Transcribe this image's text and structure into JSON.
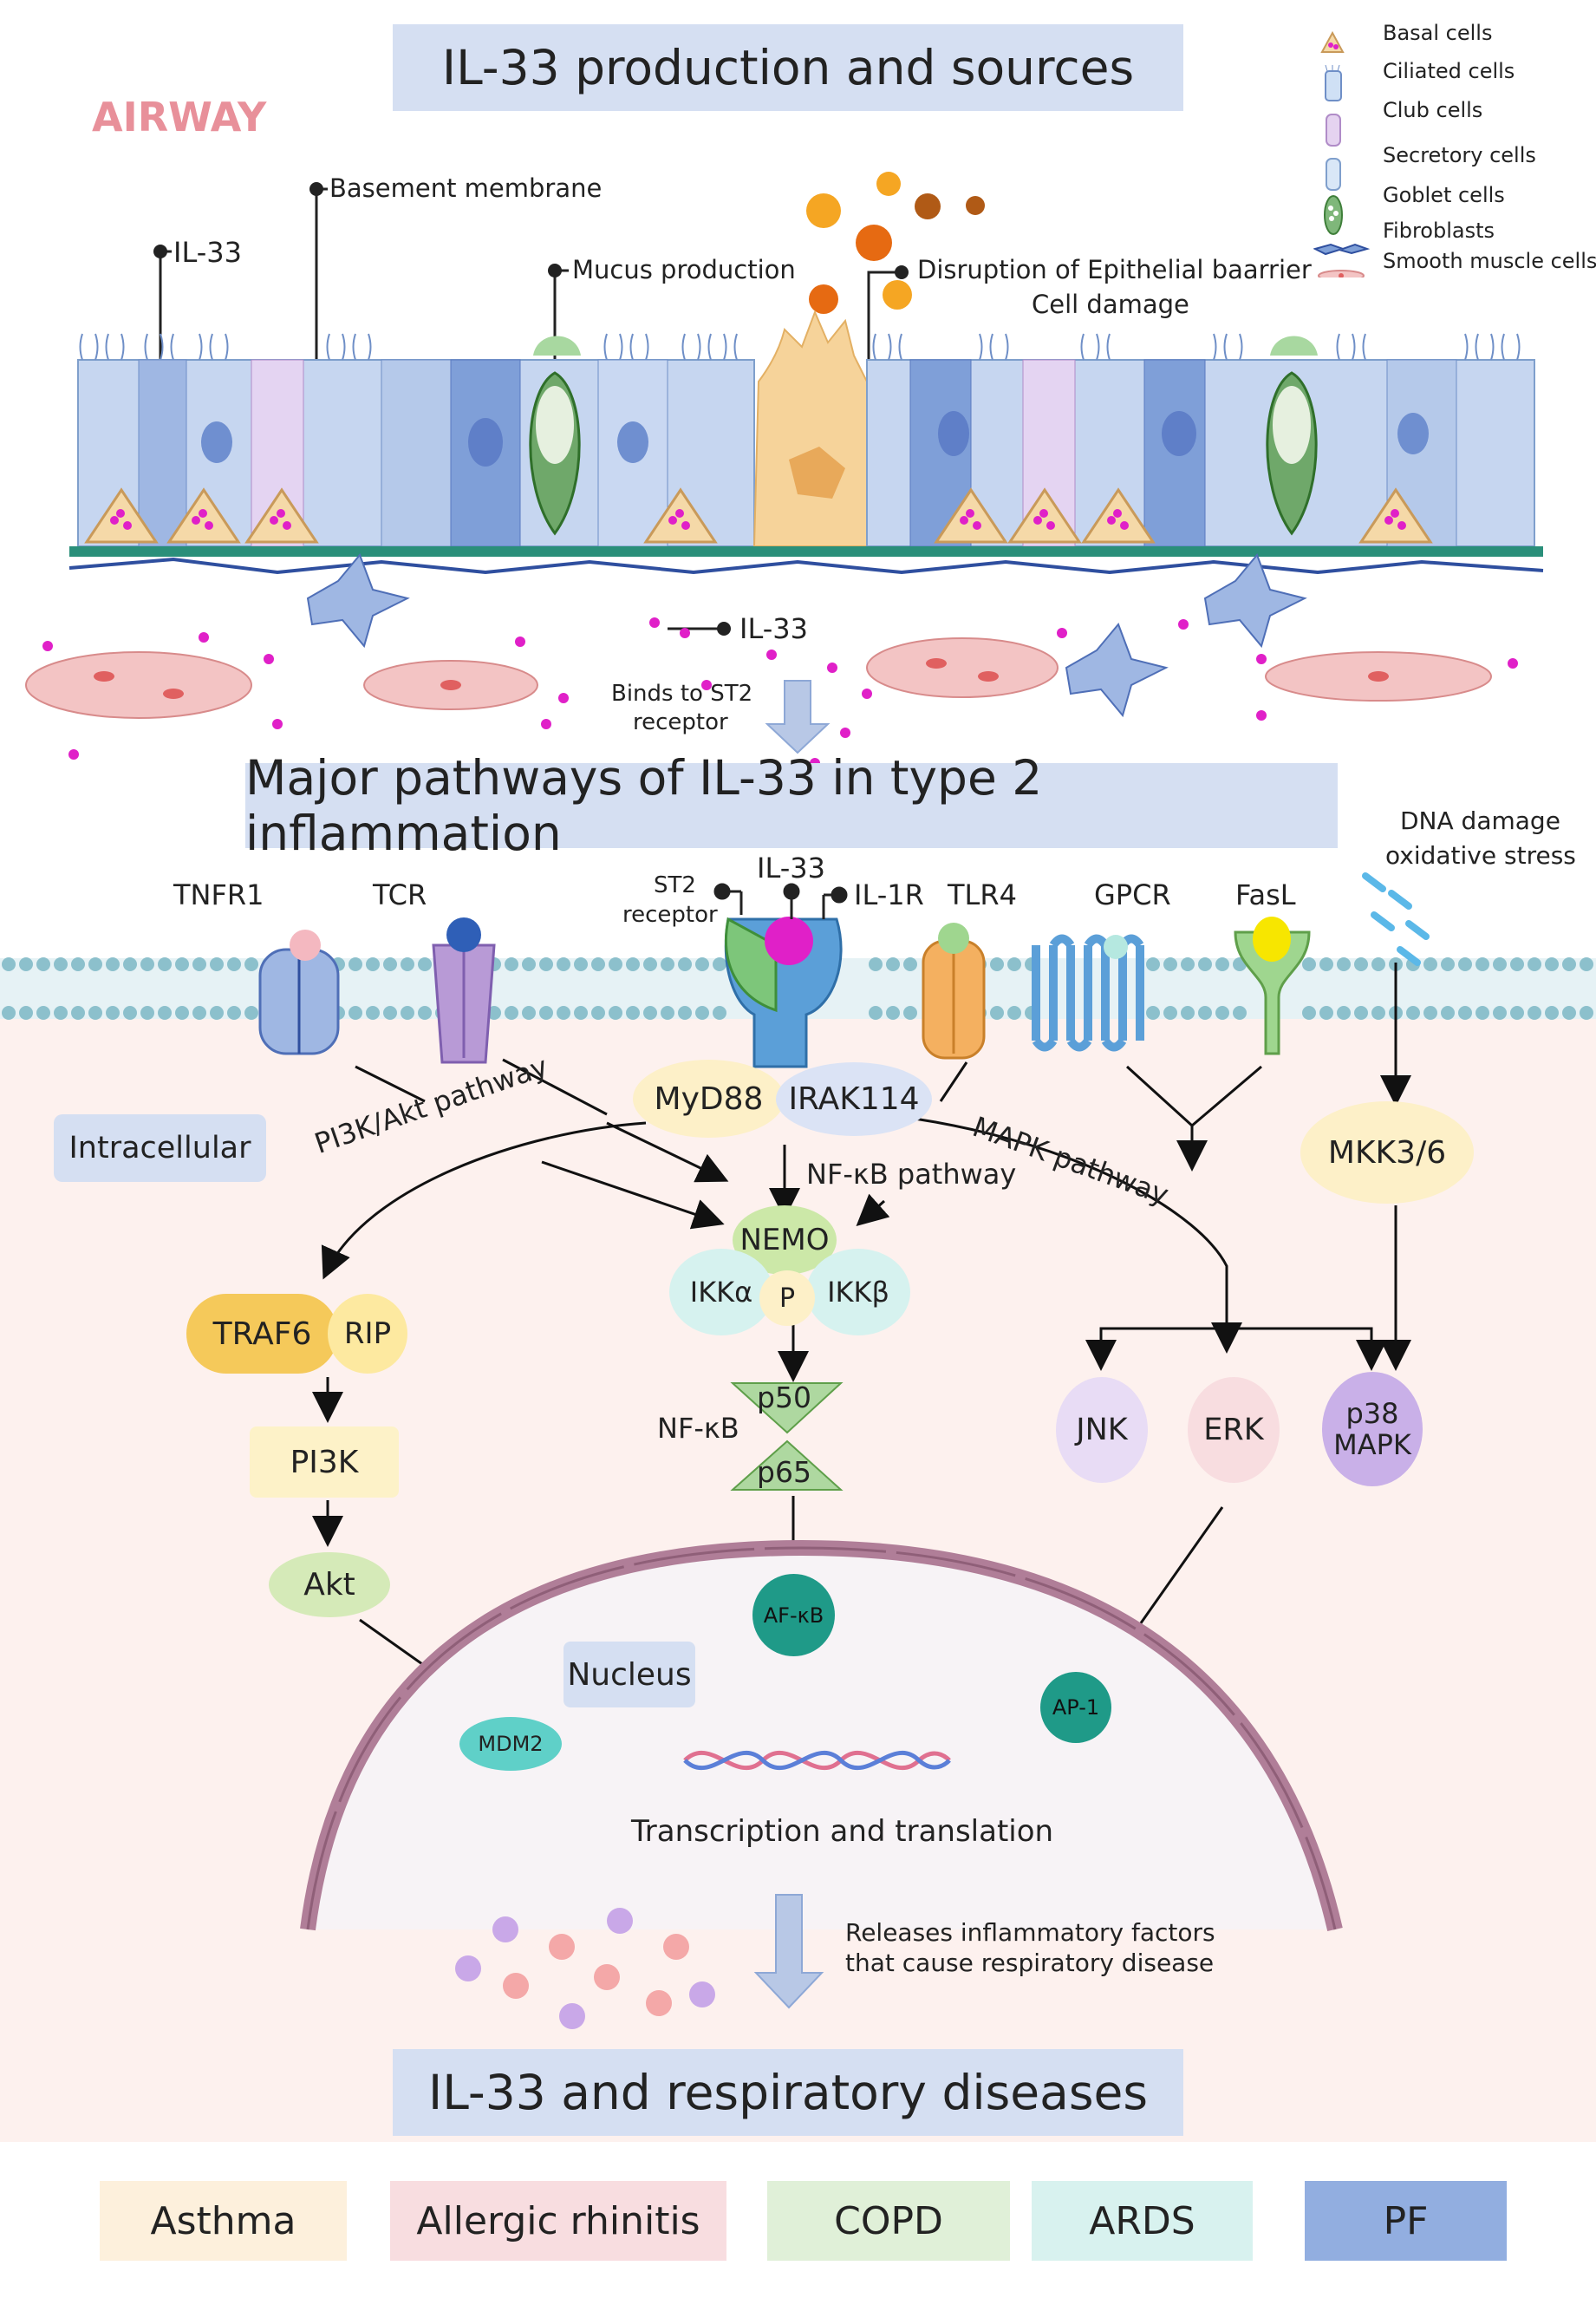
{
  "titles": {
    "production": "IL-33 production and sources",
    "pathways": "Major pathways of IL-33 in type 2 inflammation",
    "diseases": "IL-33 and respiratory diseases"
  },
  "airway_label": "AIRWAY",
  "legend": {
    "items": [
      {
        "label": "Basal cells",
        "icon": "basal-cell"
      },
      {
        "label": "Ciliated cells",
        "icon": "ciliated-cell"
      },
      {
        "label": "Club cells",
        "icon": "club-cell"
      },
      {
        "label": "Secretory cells",
        "icon": "secretory-cell"
      },
      {
        "label": "Goblet cells",
        "icon": "goblet-cell"
      },
      {
        "label": "Fibroblasts",
        "icon": "fibroblast"
      },
      {
        "label": "Smooth muscle cells",
        "icon": "smooth-muscle-cell"
      }
    ]
  },
  "airway_callouts": {
    "il33": "IL-33",
    "basement_membrane": "Basement membrane",
    "mucus": "Mucus production",
    "disruption": "Disruption of Epithelial baarrier",
    "cell_damage": "Cell damage",
    "il33_released": "IL-33",
    "binds_line1": "Binds to ST2",
    "binds_line2": "receptor"
  },
  "receptors": {
    "tnfr1": "TNFR1",
    "tcr": "TCR",
    "st2_line1": "ST2",
    "st2_line2": "receptor",
    "il33": "IL-33",
    "il1r": "IL-1R",
    "tlr4": "TLR4",
    "gpcr": "GPCR",
    "fasl": "FasL",
    "dna_line1": "DNA damage",
    "dna_line2": "oxidative stress"
  },
  "intracellular": {
    "label": "Intracellular",
    "myd88": "MyD88",
    "irak": "IRAK114",
    "pi3k_pathway": "PI3K/Akt pathway",
    "nfkb_pathway": "NF-κB pathway",
    "mapk_pathway": "MAPK  pathway",
    "nemo": "NEMO",
    "ikka": "IKKα",
    "p": "P",
    "ikkb": "IKKβ",
    "nfkb": "NF-κB",
    "p50": "p50",
    "p65": "p65",
    "traf6": "TRAF6",
    "rip": "RIP",
    "pi3k": "PI3K",
    "akt": "Akt",
    "mkk": "MKK3/6",
    "jnk": "JNK",
    "erk": "ERK",
    "p38_line1": "p38",
    "p38_line2": "MAPK"
  },
  "nucleus": {
    "label": "Nucleus",
    "afkb": "AF-κB",
    "ap1": "AP-1",
    "mdm2": "MDM2",
    "transcription": "Transcription and translation",
    "releases_line1": "Releases inflammatory factors",
    "releases_line2": "that cause respiratory disease"
  },
  "diseases": [
    {
      "label": "Asthma",
      "color": "#fdf0dc"
    },
    {
      "label": "Allergic rhinitis",
      "color": "#f8dde0"
    },
    {
      "label": "COPD",
      "color": "#e0f0d8"
    },
    {
      "label": "ARDS",
      "color": "#d8f2ef"
    },
    {
      "label": "PF",
      "color": "#92aee0"
    }
  ],
  "colors": {
    "title_bg": "#d5dff2",
    "airway": "#e8909a",
    "il33_dot": "#e020c8",
    "cytoplasm": "#fdf1ee",
    "membrane": "#7fb5bf",
    "nuclear_envelope": "#b07e98"
  }
}
